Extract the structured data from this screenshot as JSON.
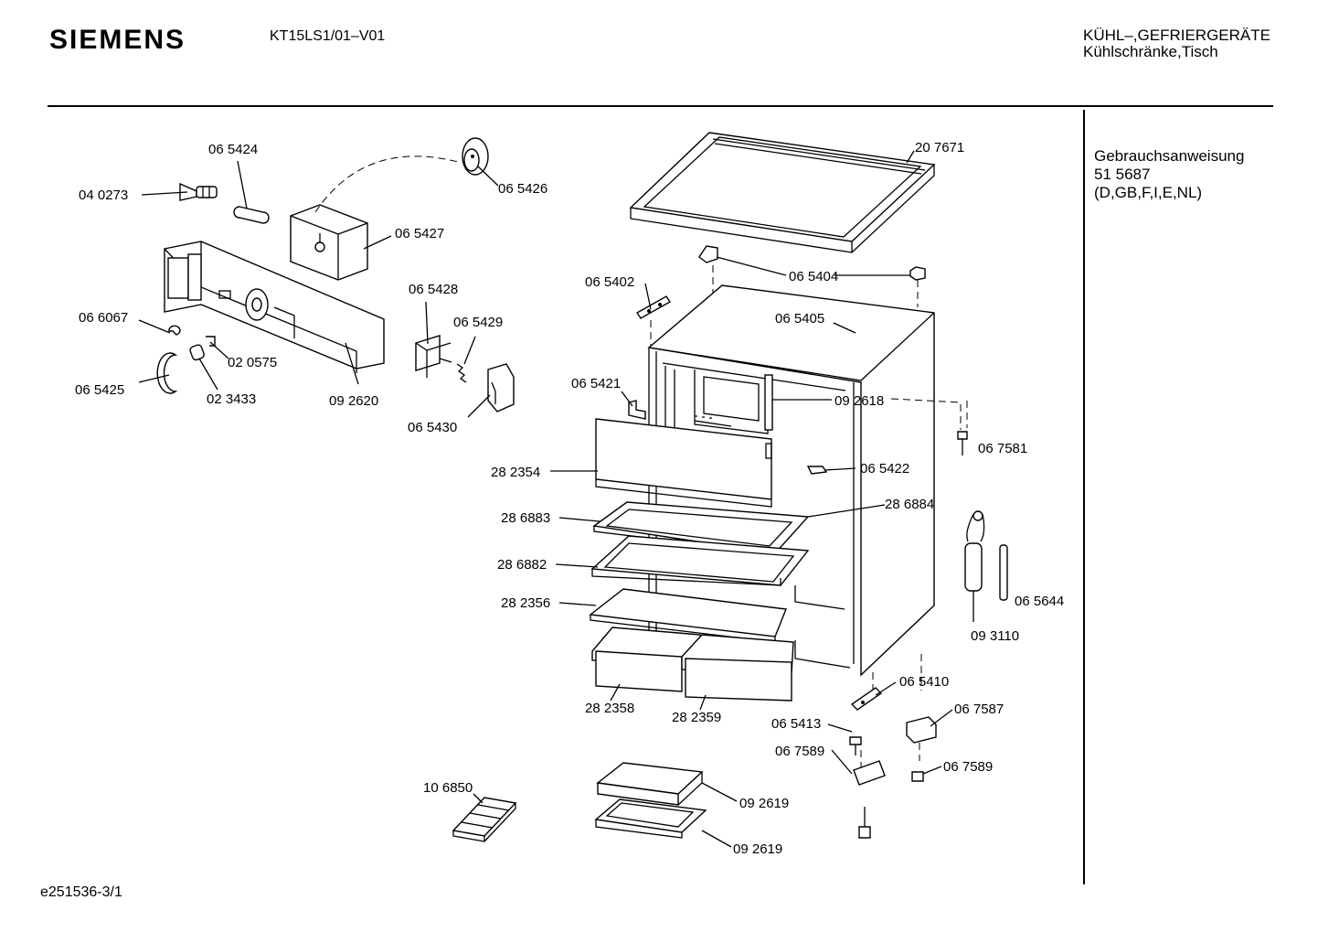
{
  "header": {
    "brand": "SIEMENS",
    "model": "KT15LS1/01–V01",
    "category_line1": "KÜHL–,GEFRIERGERÄTE",
    "category_line2": "Kühlschränke,Tisch"
  },
  "side_panel": {
    "line1": "Gebrauchsanweisung",
    "line2": "51 5687",
    "line3": "(D,GB,F,I,E,NL)"
  },
  "footer": {
    "code": "e251536-3/1"
  },
  "parts": {
    "p065424": "06 5424",
    "p040273": "04 0273",
    "p065426": "06 5426",
    "p065427": "06 5427",
    "p066067": "06 6067",
    "p020575": "02 0575",
    "p065425": "06 5425",
    "p023433": "02 3433",
    "p092620": "09 2620",
    "p065428": "06 5428",
    "p065429": "06 5429",
    "p065430": "06 5430",
    "p207671": "20 7671",
    "p065402": "06 5402",
    "p065404": "06 5404",
    "p065405": "06 5405",
    "p065421": "06 5421",
    "p092618": "09 2618",
    "p067581": "06 7581",
    "p282354": "28 2354",
    "p065422": "06 5422",
    "p286884": "28 6884",
    "p286883": "28 6883",
    "p286882": "28 6882",
    "p065644": "06 5644",
    "p282356": "28 2356",
    "p093110": "09 3110",
    "p065410": "06 5410",
    "p282358": "28 2358",
    "p282359": "28 2359",
    "p067587": "06 7587",
    "p065413": "06 5413",
    "p067589a": "06 7589",
    "p067589b": "06 7589",
    "p106850": "10 6850",
    "p092619a": "09 2619",
    "p092619b": "09 2619"
  }
}
